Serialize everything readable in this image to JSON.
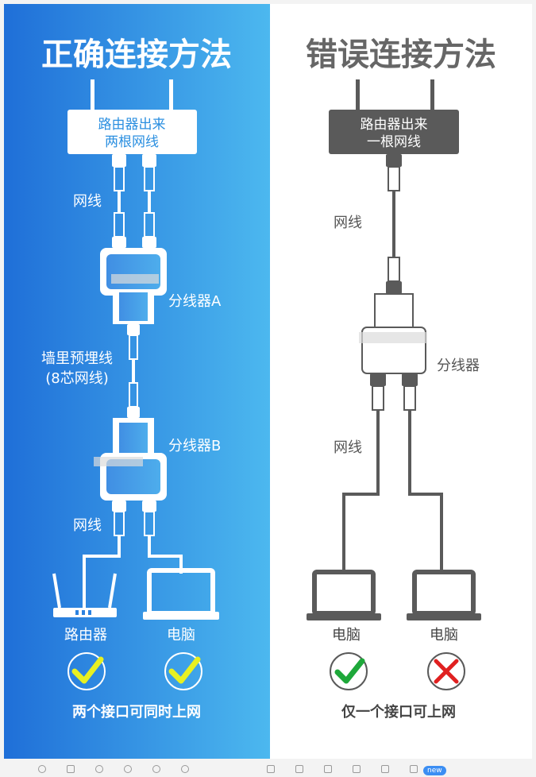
{
  "left": {
    "title": "正确连接方法",
    "router_box": [
      "路由器出来",
      "两根网线"
    ],
    "cable_label": "网线",
    "splitter_a": "分线器A",
    "wall_cable": [
      "墙里预埋线",
      "(8芯网线)"
    ],
    "splitter_b": "分线器B",
    "cable_label_2": "网线",
    "device_router": "路由器",
    "device_pc": "电脑",
    "footer": "两个接口可同时上网"
  },
  "right": {
    "title": "错误连接方法",
    "router_box": [
      "路由器出来",
      "一根网线"
    ],
    "cable_label": "网线",
    "splitter": "分线器",
    "cable_label_2": "网线",
    "device_pc_1": "电脑",
    "device_pc_2": "电脑",
    "footer": "仅一个接口可上网"
  },
  "badge_new": "new",
  "colors": {
    "left_bg_start": "#1f6fd8",
    "left_bg_end": "#4cb8ef",
    "right_bg": "#ffffff",
    "check_yellow": "#e8f021",
    "check_green": "#1ea83a",
    "cross_red": "#e02020",
    "gray_device": "#5a5a5a"
  }
}
